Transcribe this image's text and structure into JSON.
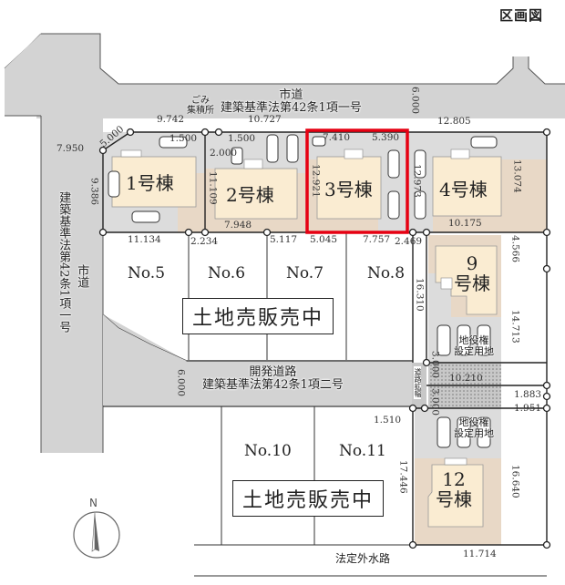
{
  "header": {
    "title": "区画図"
  },
  "roads": {
    "north_road": {
      "line1": "市道",
      "line2": "建築基準法第42条1項一号"
    },
    "west_road": {
      "name": "市道",
      "law": "建築基準法第42条1項一号"
    },
    "dev_road": {
      "line1": "開発道路",
      "line2": "建築基準法第42条1項二号"
    },
    "road_extension": "道路拡幅",
    "canal": "法定外水路"
  },
  "garbage": {
    "line1": "ごみ",
    "line2": "集積所"
  },
  "buildings": [
    {
      "id": "1",
      "label": "1号棟",
      "highlighted": false
    },
    {
      "id": "2",
      "label": "2号棟",
      "highlighted": false
    },
    {
      "id": "3",
      "label": "3号棟",
      "highlighted": true
    },
    {
      "id": "4",
      "label": "4号棟",
      "highlighted": false
    },
    {
      "id": "9",
      "label_line1": "9",
      "label_line2": "号棟",
      "highlighted": false
    },
    {
      "id": "12",
      "label_line1": "12",
      "label_line2": "号棟",
      "highlighted": false
    }
  ],
  "lots": [
    {
      "label": "No.5"
    },
    {
      "label": "No.6"
    },
    {
      "label": "No.7"
    },
    {
      "label": "No.8"
    },
    {
      "label": "No.10"
    },
    {
      "label": "No.11"
    }
  ],
  "sale_banners": [
    "土地売販売中",
    "土地売販売中"
  ],
  "easement": {
    "line1": "地役権",
    "line2": "設定用地"
  },
  "dimensions": {
    "d_9742": "9.742",
    "d_10727": "10.727",
    "d_6000_n": "6.000",
    "d_12805": "12.805",
    "d_7950": "7.950",
    "d_5000": "5.000",
    "d_1500a": "1.500",
    "d_1500b": "1.500",
    "d_2000": "2.000",
    "d_9386": "9.386",
    "d_11109": "11.109",
    "d_7948": "7.948",
    "d_7410": "7.410",
    "d_5390": "5.390",
    "d_12921": "12.921",
    "d_12973": "12.973",
    "d_13074": "13.074",
    "d_10175": "10.175",
    "d_11134": "11.134",
    "d_2234": "2.234",
    "d_5117": "5.117",
    "d_5045": "5.045",
    "d_7757": "7.757",
    "d_2469": "2.469",
    "d_16310": "16.310",
    "d_4566": "4.566",
    "d_14713": "14.713",
    "d_3000a": "3.000",
    "d_10210": "10.210",
    "d_1883": "1.883",
    "d_3000b": "3.000",
    "d_1951": "1.951",
    "d_6000_w": "6.000",
    "d_1510": "1.510",
    "d_17446": "17.446",
    "d_16640": "16.640",
    "d_11714": "11.714"
  },
  "compass": {
    "label": "N"
  },
  "colors": {
    "road": "#d3d3d3",
    "building": "#faecd2",
    "lot_beige": "#e8d8c6",
    "parking": "#dcdcdc",
    "highlight": "#e60012",
    "line": "#222222"
  }
}
